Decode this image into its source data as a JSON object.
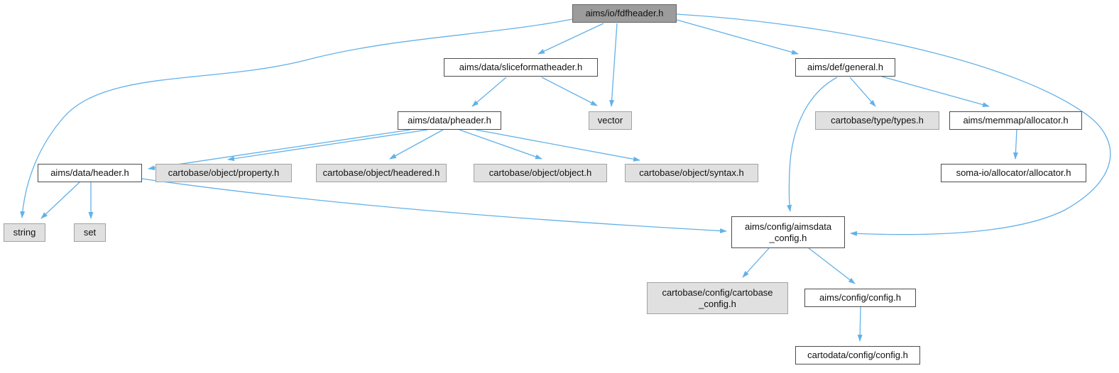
{
  "diagram": {
    "type": "include-dependency-graph",
    "root": "aims/io/fdfheader.h",
    "colors": {
      "background": "#ffffff",
      "edge": "#63b1e8",
      "root_fill": "#9c9c9c",
      "node_fill": "#ffffff",
      "leaf_fill": "#e0e0e0"
    }
  },
  "nodes": [
    {
      "label": "aims/io/fdfheader.h",
      "type": "root"
    },
    {
      "label": "aims/data/sliceformatheader.h",
      "type": "internal"
    },
    {
      "label": "aims/def/general.h",
      "type": "internal"
    },
    {
      "label": "aims/data/pheader.h",
      "type": "internal"
    },
    {
      "label": "vector",
      "type": "leaf"
    },
    {
      "label": "cartobase/type/types.h",
      "type": "leaf"
    },
    {
      "label": "aims/memmap/allocator.h",
      "type": "internal"
    },
    {
      "label": "aims/data/header.h",
      "type": "internal"
    },
    {
      "label": "cartobase/object/property.h",
      "type": "leaf"
    },
    {
      "label": "cartobase/object/headered.h",
      "type": "leaf"
    },
    {
      "label": "cartobase/object/object.h",
      "type": "leaf"
    },
    {
      "label": "cartobase/object/syntax.h",
      "type": "leaf"
    },
    {
      "label": "soma-io/allocator/allocator.h",
      "type": "internal"
    },
    {
      "label": "string",
      "type": "leaf"
    },
    {
      "label": "set",
      "type": "leaf"
    },
    {
      "label": "aims/config/aimsdata\n_config.h",
      "type": "internal"
    },
    {
      "label": "cartobase/config/cartobase\n_config.h",
      "type": "leaf"
    },
    {
      "label": "aims/config/config.h",
      "type": "internal"
    },
    {
      "label": "cartodata/config/config.h",
      "type": "internal"
    }
  ],
  "edges": [
    {
      "from": "aims/io/fdfheader.h",
      "to": "aims/data/sliceformatheader.h"
    },
    {
      "from": "aims/io/fdfheader.h",
      "to": "vector"
    },
    {
      "from": "aims/io/fdfheader.h",
      "to": "aims/def/general.h"
    },
    {
      "from": "aims/io/fdfheader.h",
      "to": "string"
    },
    {
      "from": "aims/io/fdfheader.h",
      "to": "aims/config/aimsdata_config.h"
    },
    {
      "from": "aims/data/sliceformatheader.h",
      "to": "aims/data/pheader.h"
    },
    {
      "from": "aims/data/sliceformatheader.h",
      "to": "vector"
    },
    {
      "from": "aims/data/pheader.h",
      "to": "aims/data/header.h"
    },
    {
      "from": "aims/data/pheader.h",
      "to": "cartobase/object/property.h"
    },
    {
      "from": "aims/data/pheader.h",
      "to": "cartobase/object/headered.h"
    },
    {
      "from": "aims/data/pheader.h",
      "to": "cartobase/object/object.h"
    },
    {
      "from": "aims/data/pheader.h",
      "to": "cartobase/object/syntax.h"
    },
    {
      "from": "aims/data/header.h",
      "to": "string"
    },
    {
      "from": "aims/data/header.h",
      "to": "set"
    },
    {
      "from": "aims/data/header.h",
      "to": "aims/config/aimsdata_config.h"
    },
    {
      "from": "aims/def/general.h",
      "to": "cartobase/type/types.h"
    },
    {
      "from": "aims/def/general.h",
      "to": "aims/memmap/allocator.h"
    },
    {
      "from": "aims/def/general.h",
      "to": "aims/config/aimsdata_config.h"
    },
    {
      "from": "aims/memmap/allocator.h",
      "to": "soma-io/allocator/allocator.h"
    },
    {
      "from": "aims/config/aimsdata_config.h",
      "to": "cartobase/config/cartobase_config.h"
    },
    {
      "from": "aims/config/aimsdata_config.h",
      "to": "aims/config/config.h"
    },
    {
      "from": "aims/config/config.h",
      "to": "cartodata/config/config.h"
    }
  ]
}
